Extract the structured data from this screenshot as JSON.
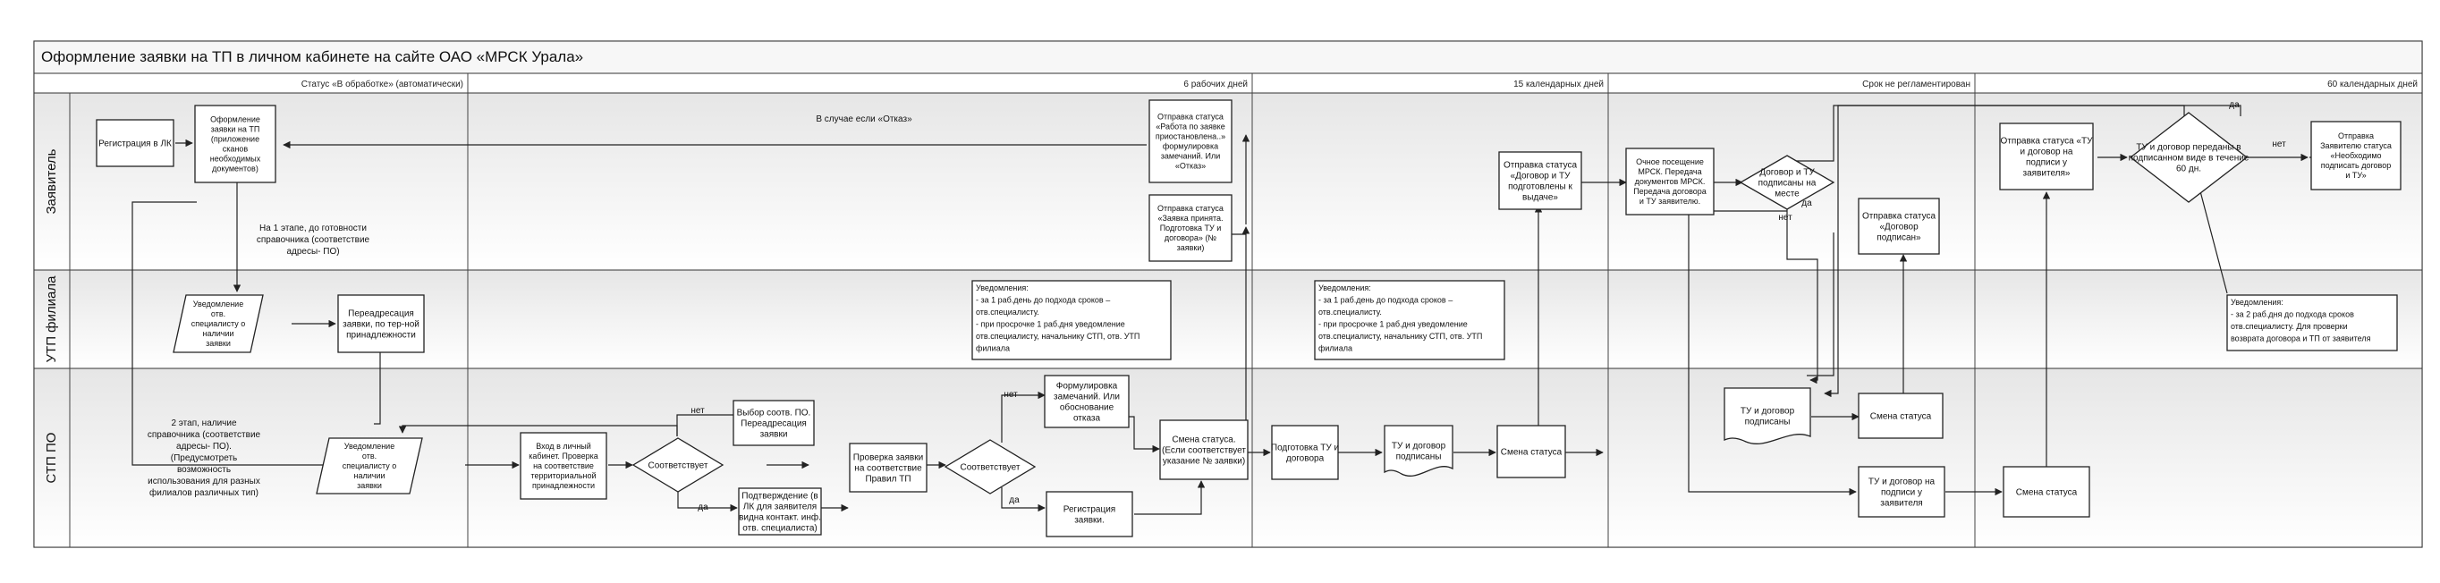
{
  "title": "Оформление заявки на ТП в личном кабинете на сайте ОАО «МРСК Урала»",
  "lanes": [
    "Заявитель",
    "УТП филиала",
    "СТП ПО"
  ],
  "phases": [
    "Статус «В обработке» (автоматически)",
    "6 рабочих дней",
    "15 календарных дней",
    "Срок не регламентирован",
    "60 календарных дней"
  ],
  "nodes": {
    "reg_lk": [
      "Регистрация в ЛК"
    ],
    "form_app": [
      "Оформление",
      "заявки на ТП",
      "(приложение",
      "сканов",
      "необходимых",
      "документов)"
    ],
    "notify_utp": [
      "Уведомление",
      "отв.",
      "специалисту о",
      "наличии",
      "заявки"
    ],
    "readdress_utp": [
      "Переадресация",
      "заявки, по тер-ной",
      "принадлежности"
    ],
    "notify_stp": [
      "Уведомление",
      "отв.",
      "специалисту о",
      "наличии",
      "заявки"
    ],
    "enter_cabinet": [
      "Вход в личный",
      "кабинет. Проверка",
      "на соответствие",
      "территориальной",
      "принадлежности"
    ],
    "dec1": [
      "Соответствует"
    ],
    "choose_po": [
      "Выбор соотв. ПО.",
      "Переадресация",
      "заявки"
    ],
    "confirm_app": [
      "Подтверждение (в",
      "ЛК для заявителя",
      "видна контакт. инф.",
      "отв. специалиста)"
    ],
    "check_rules": [
      "Проверка заявки",
      "на соответствие",
      "Правил ТП"
    ],
    "dec2": [
      "Соответствует"
    ],
    "remarks": [
      "Формулировка",
      "замечаний. Или",
      "обоснование",
      "отказа"
    ],
    "register_app": [
      "Регистрация",
      "заявки."
    ],
    "status_change1": [
      "Смена статуса.",
      "(Если соответствует",
      "указание № заявки)"
    ],
    "status_work": [
      "Отправка статуса",
      "«Работа по заявке",
      "приостановлена..»",
      "формулировка",
      "замечаний. Или",
      "«Отказ»"
    ],
    "status_accepted": [
      "Отправка статуса",
      "«Заявка принята.",
      "Подготовка ТУ и",
      "договора» (№",
      "заявки)"
    ],
    "prep_tu": [
      "Подготовка ТУ и",
      "договора"
    ],
    "tu_signed": [
      "ТУ и договор",
      "подписаны"
    ],
    "status_change2": [
      "Смена статуса"
    ],
    "status_ready": [
      "Отправка статуса",
      "«Договор и ТУ",
      "подготовлены к",
      "выдаче»"
    ],
    "visit": [
      "Очное посещение",
      "МРСК. Передача",
      "документов МРСК.",
      "Передача договора",
      "и ТУ заявителю."
    ],
    "dec3": [
      "Договор и ТУ",
      "подписаны на",
      "месте"
    ],
    "status_signed": [
      "Отправка статуса",
      "«Договор",
      "подписан»"
    ],
    "tu_signed2": [
      "ТУ и договор",
      "подписаны"
    ],
    "status_change3": [
      "Смена статуса"
    ],
    "tu_to_sign": [
      "ТУ и договор на",
      "подписи у",
      "заявителя"
    ],
    "status_change4": [
      "Смена статуса"
    ],
    "status_tu_sign": [
      "Отправка статуса «ТУ",
      "и договор на",
      "подписи у",
      "заявителя»"
    ],
    "dec4": [
      "ТУ и договор переданы в",
      "подписанном виде в течение",
      "60 дн."
    ],
    "status_cancel": [
      "Отправка",
      "Заявителю статуса",
      "«Необходимо",
      "подписать договор",
      "и ТУ»"
    ]
  },
  "notes": {
    "note1": [
      "Уведомления:",
      "- за 1 раб.день до подхода сроков –",
      "отв.специалисту.",
      "- при просрочке 1 раб.дня уведомление",
      "отв.специалисту, начальнику СТП, отв. УТП",
      "филиала"
    ],
    "note2": [
      "Уведомления:",
      "- за 1 раб.день до подхода сроков –",
      "отв.специалисту.",
      "- при просрочке 1 раб.дня уведомление",
      "отв.специалисту, начальнику СТП, отв. УТП",
      "филиала"
    ],
    "note3": [
      "Уведомления:",
      "- за 2 раб.дня до подхода сроков",
      "отв.специалисту. Для проверки",
      "возврата договора и ТП от заявителя"
    ]
  },
  "text_labels": {
    "refusal": "В случае если «Отказ»",
    "stage1": [
      "На 1 этапе, до готовности",
      "справочника (соответствие",
      "адресы- ПО)"
    ],
    "stage2": [
      "2 этап, наличие",
      "справочника (соответствие",
      "адресы- ПО).",
      "(Предусмотреть",
      "возможность",
      "использования для разных",
      "филиалов различных тип)"
    ],
    "no1": "нет",
    "yes1": "да",
    "no2": "нет",
    "yes2": "да",
    "yes3": "да",
    "no3": "нет",
    "yes4": "да",
    "no4": "нет"
  }
}
